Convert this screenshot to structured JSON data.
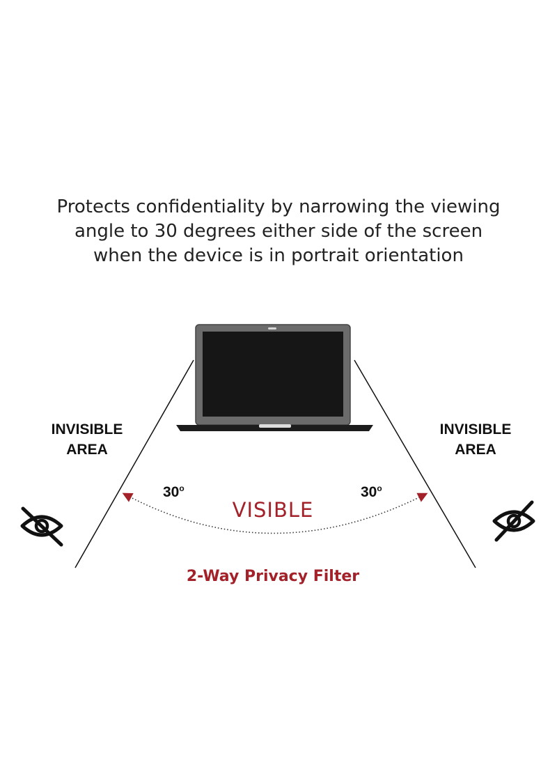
{
  "description": {
    "lines": [
      "Protects confidentiality by narrowing the viewing",
      "angle to 30 degrees either side of the screen",
      "when the device is in portrait orientation"
    ]
  },
  "left_area": {
    "line1": "INVISIBLE",
    "line2": "AREA"
  },
  "right_area": {
    "line1": "INVISIBLE",
    "line2": "AREA"
  },
  "angle_left": {
    "value": "30",
    "unit": "o"
  },
  "angle_right": {
    "value": "30",
    "unit": "o"
  },
  "visible_label": "VISIBLE",
  "filter_label": "2-Way Privacy Filter",
  "colors": {
    "accent": "#a3222a",
    "text": "#111111",
    "laptop_body": "#6b6b6b",
    "screen": "#161616",
    "base": "#1c1c1c"
  },
  "icons": {
    "left": "eye-slash-icon",
    "right": "eye-slash-icon"
  }
}
